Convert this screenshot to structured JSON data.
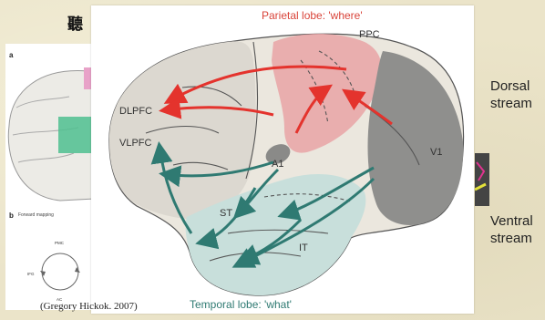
{
  "slide": {
    "title_char": "聽",
    "citation": "(Gregory Hickok. 2007)"
  },
  "left_panel": {
    "label_a": "a",
    "label_b": "b",
    "forward_mapping": "Forward mapping",
    "pmc": "PMC",
    "ifg": "IFG",
    "ac": "AC"
  },
  "right_panel": {
    "dorsal_line1": "Dorsal",
    "dorsal_line2": "stream",
    "ventral_line1": "Ventral",
    "ventral_line2": "stream"
  },
  "diagram": {
    "parietal_title": "Parietal lobe: 'where'",
    "temporal_title": "Temporal lobe: 'what'",
    "ppc": "PPC",
    "dlpfc": "DLPFC",
    "vlpfc": "VLPFC",
    "a1": "A1",
    "v1": "V1",
    "st": "ST",
    "it": "IT",
    "colors": {
      "dorsal_arrow": "#e4332d",
      "ventral_arrow": "#2f7a72",
      "parietal_fill": "#e9a3a6",
      "temporal_fill": "#c8dfdb",
      "occipital_fill": "#8f8f8d",
      "frontal_fill": "#dcd8d0"
    }
  }
}
